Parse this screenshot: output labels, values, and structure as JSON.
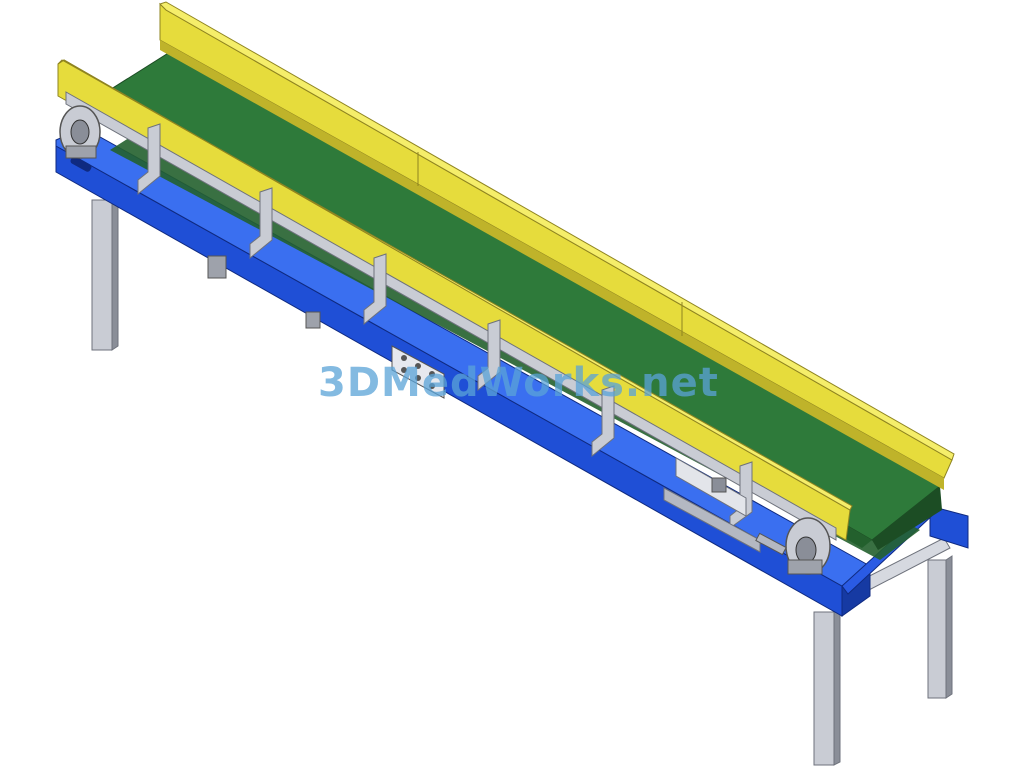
{
  "watermark": {
    "text": "3DMedWorks.net"
  },
  "colors": {
    "belt": "#2e7a3a",
    "belt_dark": "#23602d",
    "belt_edge": "#1c4d24",
    "guard_rail": "#e6dc3c",
    "guard_rail_top": "#f5ee6a",
    "guard_rail_shadow": "#bfb32a",
    "frame": "#1f4fd6",
    "frame_dark": "#163aa3",
    "frame_top": "#3a6ff0",
    "steel": "#c9ccd4",
    "steel_dark": "#8a8e98",
    "steel_light": "#eceef2"
  },
  "components": [
    "conveyor-belt",
    "guard-rail-left",
    "guard-rail-right",
    "base-frame",
    "support-legs",
    "drive-pulley",
    "tail-pulley",
    "side-brackets"
  ]
}
